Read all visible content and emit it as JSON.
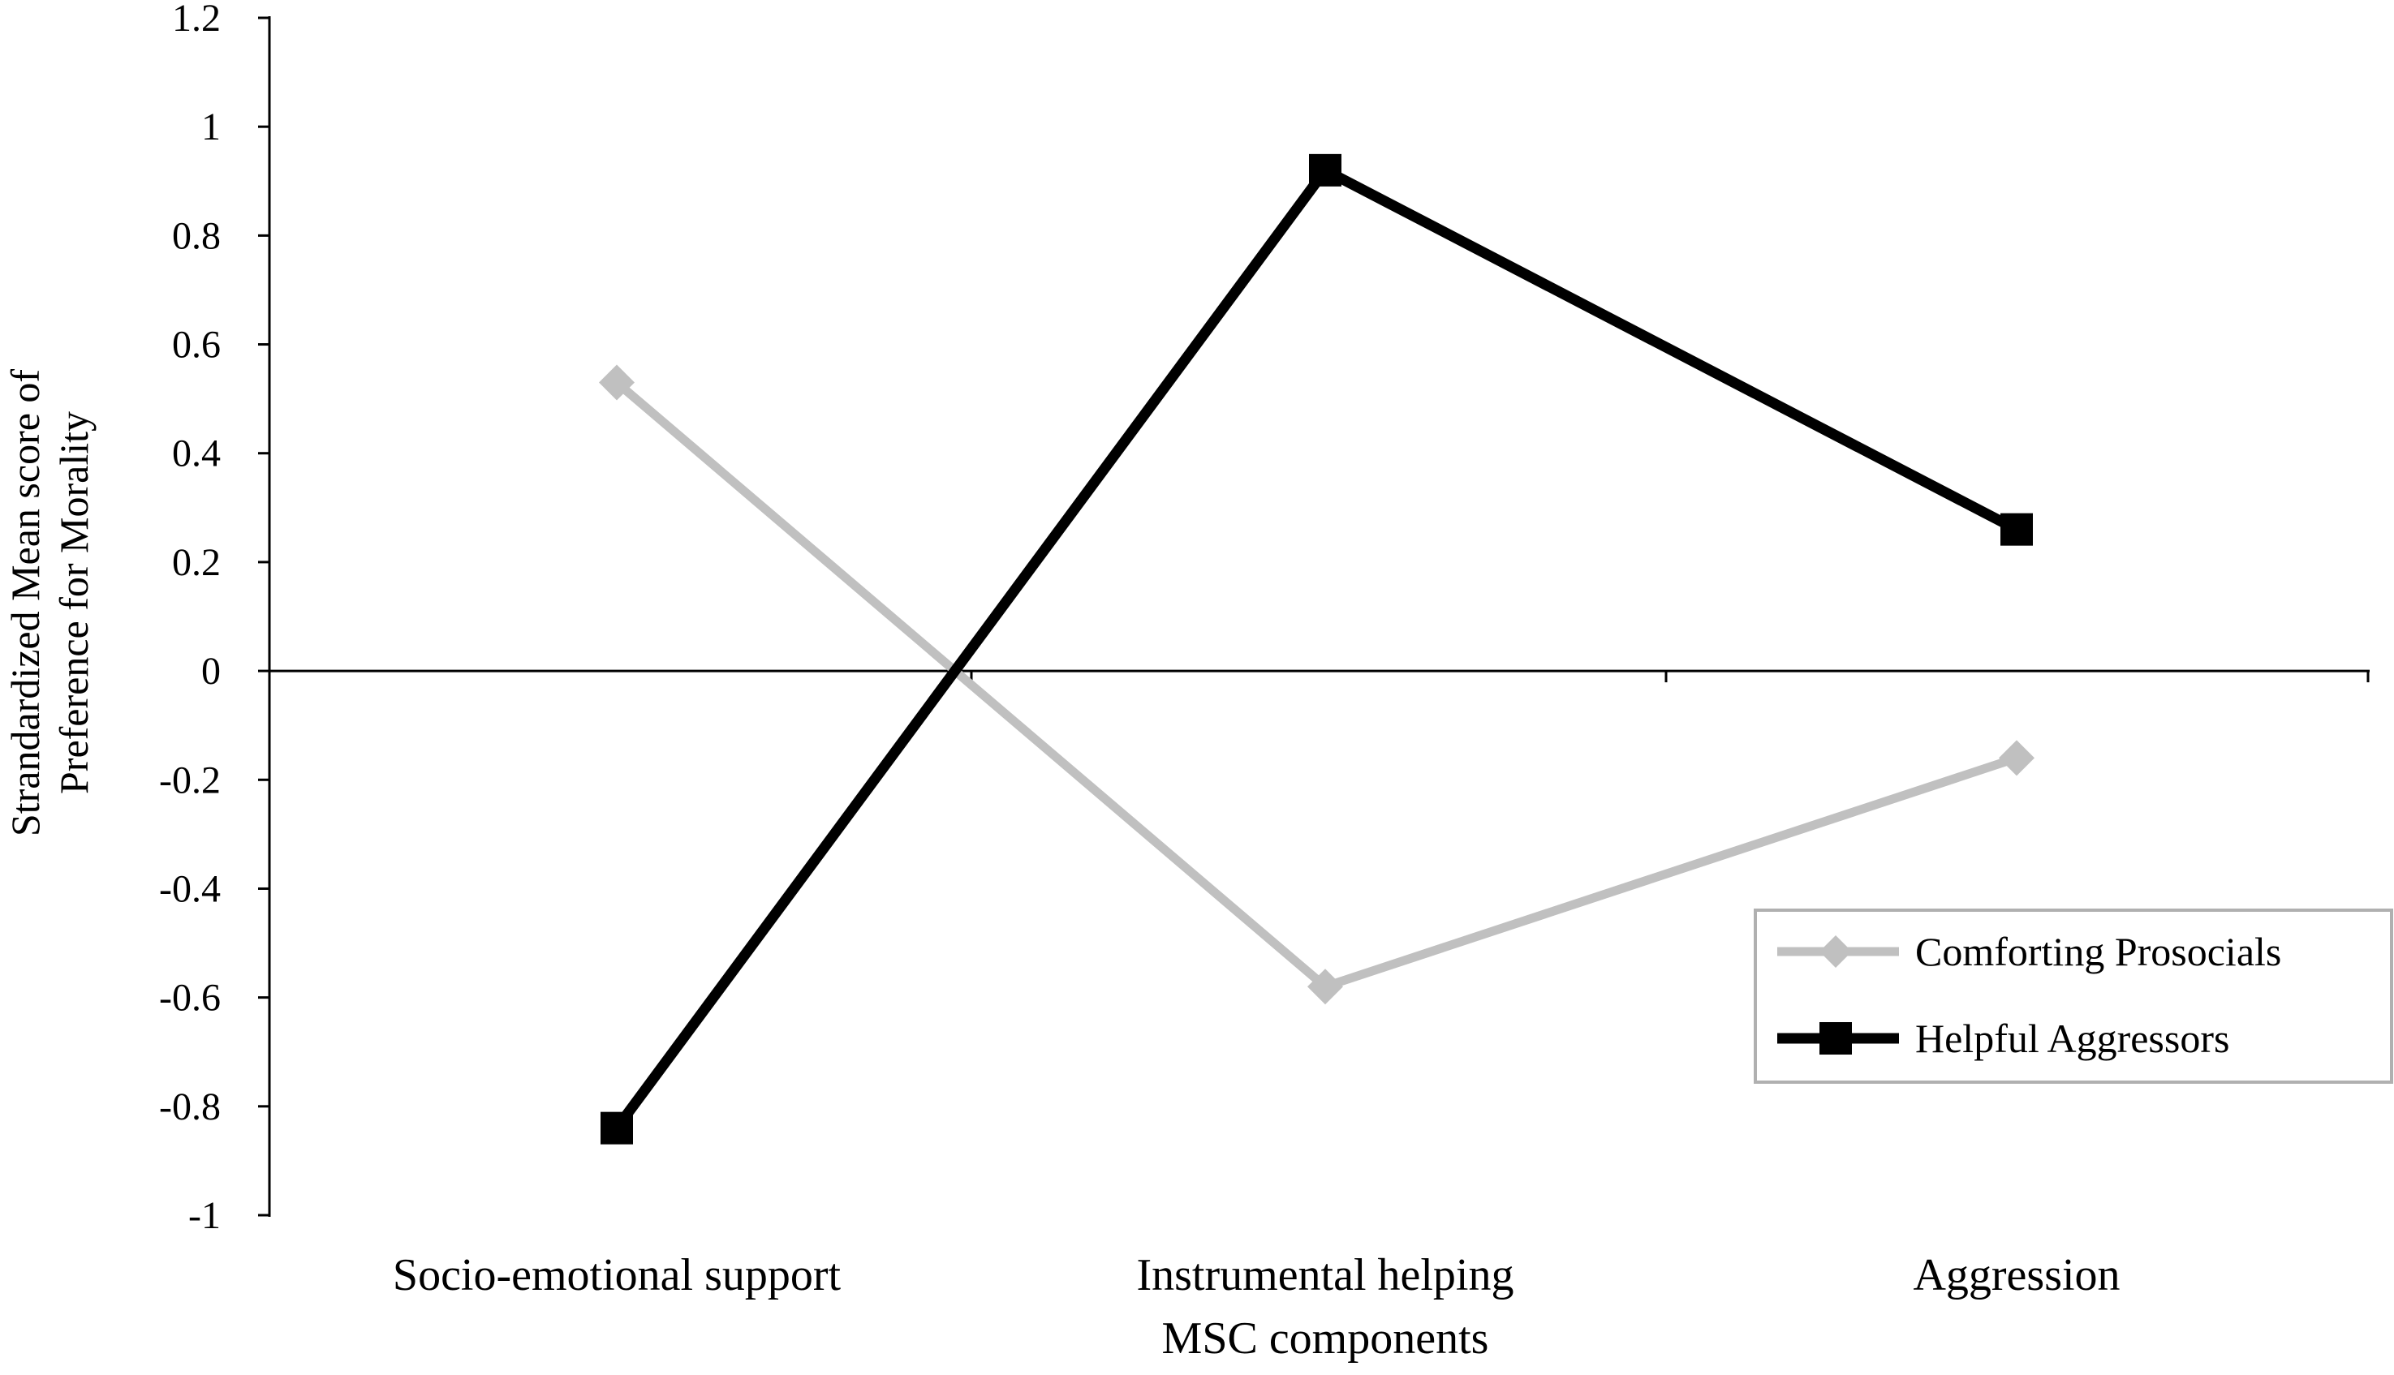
{
  "chart_data": {
    "type": "line",
    "title": "",
    "xlabel": "MSC components",
    "ylabel_lines": [
      "Strandardized Mean score of",
      "Preference for Morality"
    ],
    "categories": [
      "Socio-emotional support",
      "Instrumental helping",
      "Aggression"
    ],
    "ylim": [
      -1,
      1.2
    ],
    "yticks": [
      "1.2",
      "1",
      "0.8",
      "0.6",
      "0.4",
      "0.2",
      "0",
      "-0.2",
      "-0.4",
      "-0.6",
      "-0.8",
      "-1"
    ],
    "grid": false,
    "legend_position": "right",
    "series": [
      {
        "name": "Comforting Prosocials",
        "marker": "diamond",
        "color": "#c0c0c0",
        "values": [
          0.53,
          -0.58,
          -0.16
        ]
      },
      {
        "name": "Helpful Aggressors",
        "marker": "square",
        "color": "#000000",
        "values": [
          -0.84,
          0.92,
          0.26
        ]
      }
    ]
  }
}
